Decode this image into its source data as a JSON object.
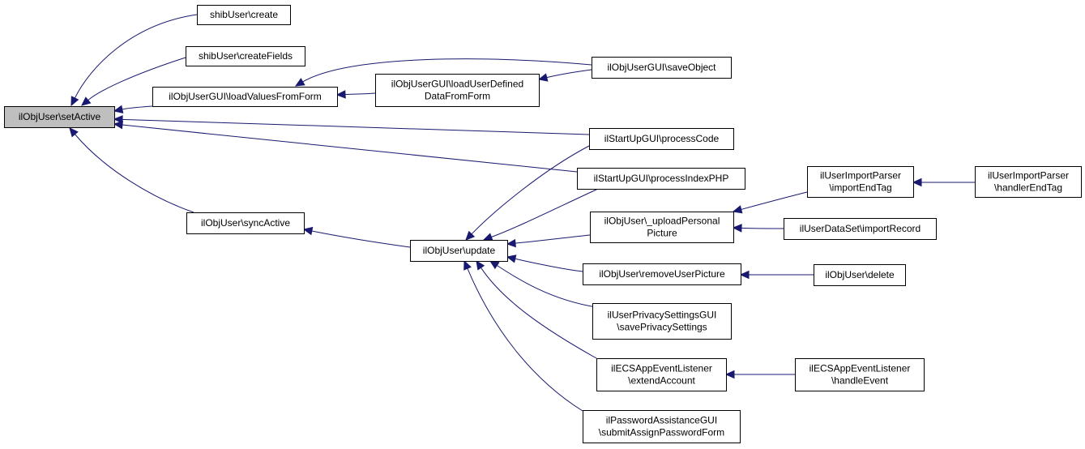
{
  "diagram": {
    "type": "call-graph",
    "colors": {
      "edge": "#191970",
      "node_border": "#000000",
      "root_fill": "#bfbfbf",
      "node_fill": "#ffffff",
      "background": "#ffffff"
    },
    "nodes": [
      {
        "id": "setActive",
        "lines": [
          "ilObjUser\\setActive"
        ],
        "root": true
      },
      {
        "id": "shibCreate",
        "lines": [
          "shibUser\\create"
        ]
      },
      {
        "id": "shibCreateFields",
        "lines": [
          "shibUser\\createFields"
        ]
      },
      {
        "id": "loadValuesFromForm",
        "lines": [
          "ilObjUserGUI\\loadValuesFromForm"
        ]
      },
      {
        "id": "loadUserDefined",
        "lines": [
          "ilObjUserGUI\\loadUserDefined",
          "DataFromForm"
        ]
      },
      {
        "id": "saveObject",
        "lines": [
          "ilObjUserGUI\\saveObject"
        ]
      },
      {
        "id": "processCode",
        "lines": [
          "ilStartUpGUI\\processCode"
        ]
      },
      {
        "id": "processIndexPHP",
        "lines": [
          "ilStartUpGUI\\processIndexPHP"
        ]
      },
      {
        "id": "syncActive",
        "lines": [
          "ilObjUser\\syncActive"
        ]
      },
      {
        "id": "update",
        "lines": [
          "ilObjUser\\update"
        ]
      },
      {
        "id": "uploadPersonalPicture",
        "lines": [
          "ilObjUser\\_uploadPersonal",
          "Picture"
        ]
      },
      {
        "id": "importEndTag",
        "lines": [
          "ilUserImportParser",
          "\\importEndTag"
        ]
      },
      {
        "id": "handlerEndTag",
        "lines": [
          "ilUserImportParser",
          "\\handlerEndTag"
        ]
      },
      {
        "id": "importRecord",
        "lines": [
          "ilUserDataSet\\importRecord"
        ]
      },
      {
        "id": "removeUserPicture",
        "lines": [
          "ilObjUser\\removeUserPicture"
        ]
      },
      {
        "id": "delete",
        "lines": [
          "ilObjUser\\delete"
        ]
      },
      {
        "id": "savePrivacySettings",
        "lines": [
          "ilUserPrivacySettingsGUI",
          "\\savePrivacySettings"
        ]
      },
      {
        "id": "extendAccount",
        "lines": [
          "ilECSAppEventListener",
          "\\extendAccount"
        ]
      },
      {
        "id": "handleEvent",
        "lines": [
          "ilECSAppEventListener",
          "\\handleEvent"
        ]
      },
      {
        "id": "submitAssignPasswordForm",
        "lines": [
          "ilPasswordAssistanceGUI",
          "\\submitAssignPasswordForm"
        ]
      }
    ],
    "edges": [
      {
        "from": "shibCreate",
        "to": "setActive"
      },
      {
        "from": "shibCreateFields",
        "to": "setActive"
      },
      {
        "from": "loadValuesFromForm",
        "to": "setActive"
      },
      {
        "from": "processCode",
        "to": "setActive"
      },
      {
        "from": "processIndexPHP",
        "to": "setActive"
      },
      {
        "from": "syncActive",
        "to": "setActive"
      },
      {
        "from": "saveObject",
        "to": "loadValuesFromForm"
      },
      {
        "from": "loadUserDefined",
        "to": "loadValuesFromForm"
      },
      {
        "from": "saveObject",
        "to": "loadUserDefined"
      },
      {
        "from": "update",
        "to": "syncActive"
      },
      {
        "from": "processCode",
        "to": "update"
      },
      {
        "from": "processIndexPHP",
        "to": "update"
      },
      {
        "from": "uploadPersonalPicture",
        "to": "update"
      },
      {
        "from": "removeUserPicture",
        "to": "update"
      },
      {
        "from": "savePrivacySettings",
        "to": "update"
      },
      {
        "from": "extendAccount",
        "to": "update"
      },
      {
        "from": "submitAssignPasswordForm",
        "to": "update"
      },
      {
        "from": "importEndTag",
        "to": "uploadPersonalPicture"
      },
      {
        "from": "importRecord",
        "to": "uploadPersonalPicture"
      },
      {
        "from": "handlerEndTag",
        "to": "importEndTag"
      },
      {
        "from": "delete",
        "to": "removeUserPicture"
      },
      {
        "from": "handleEvent",
        "to": "extendAccount"
      }
    ]
  }
}
